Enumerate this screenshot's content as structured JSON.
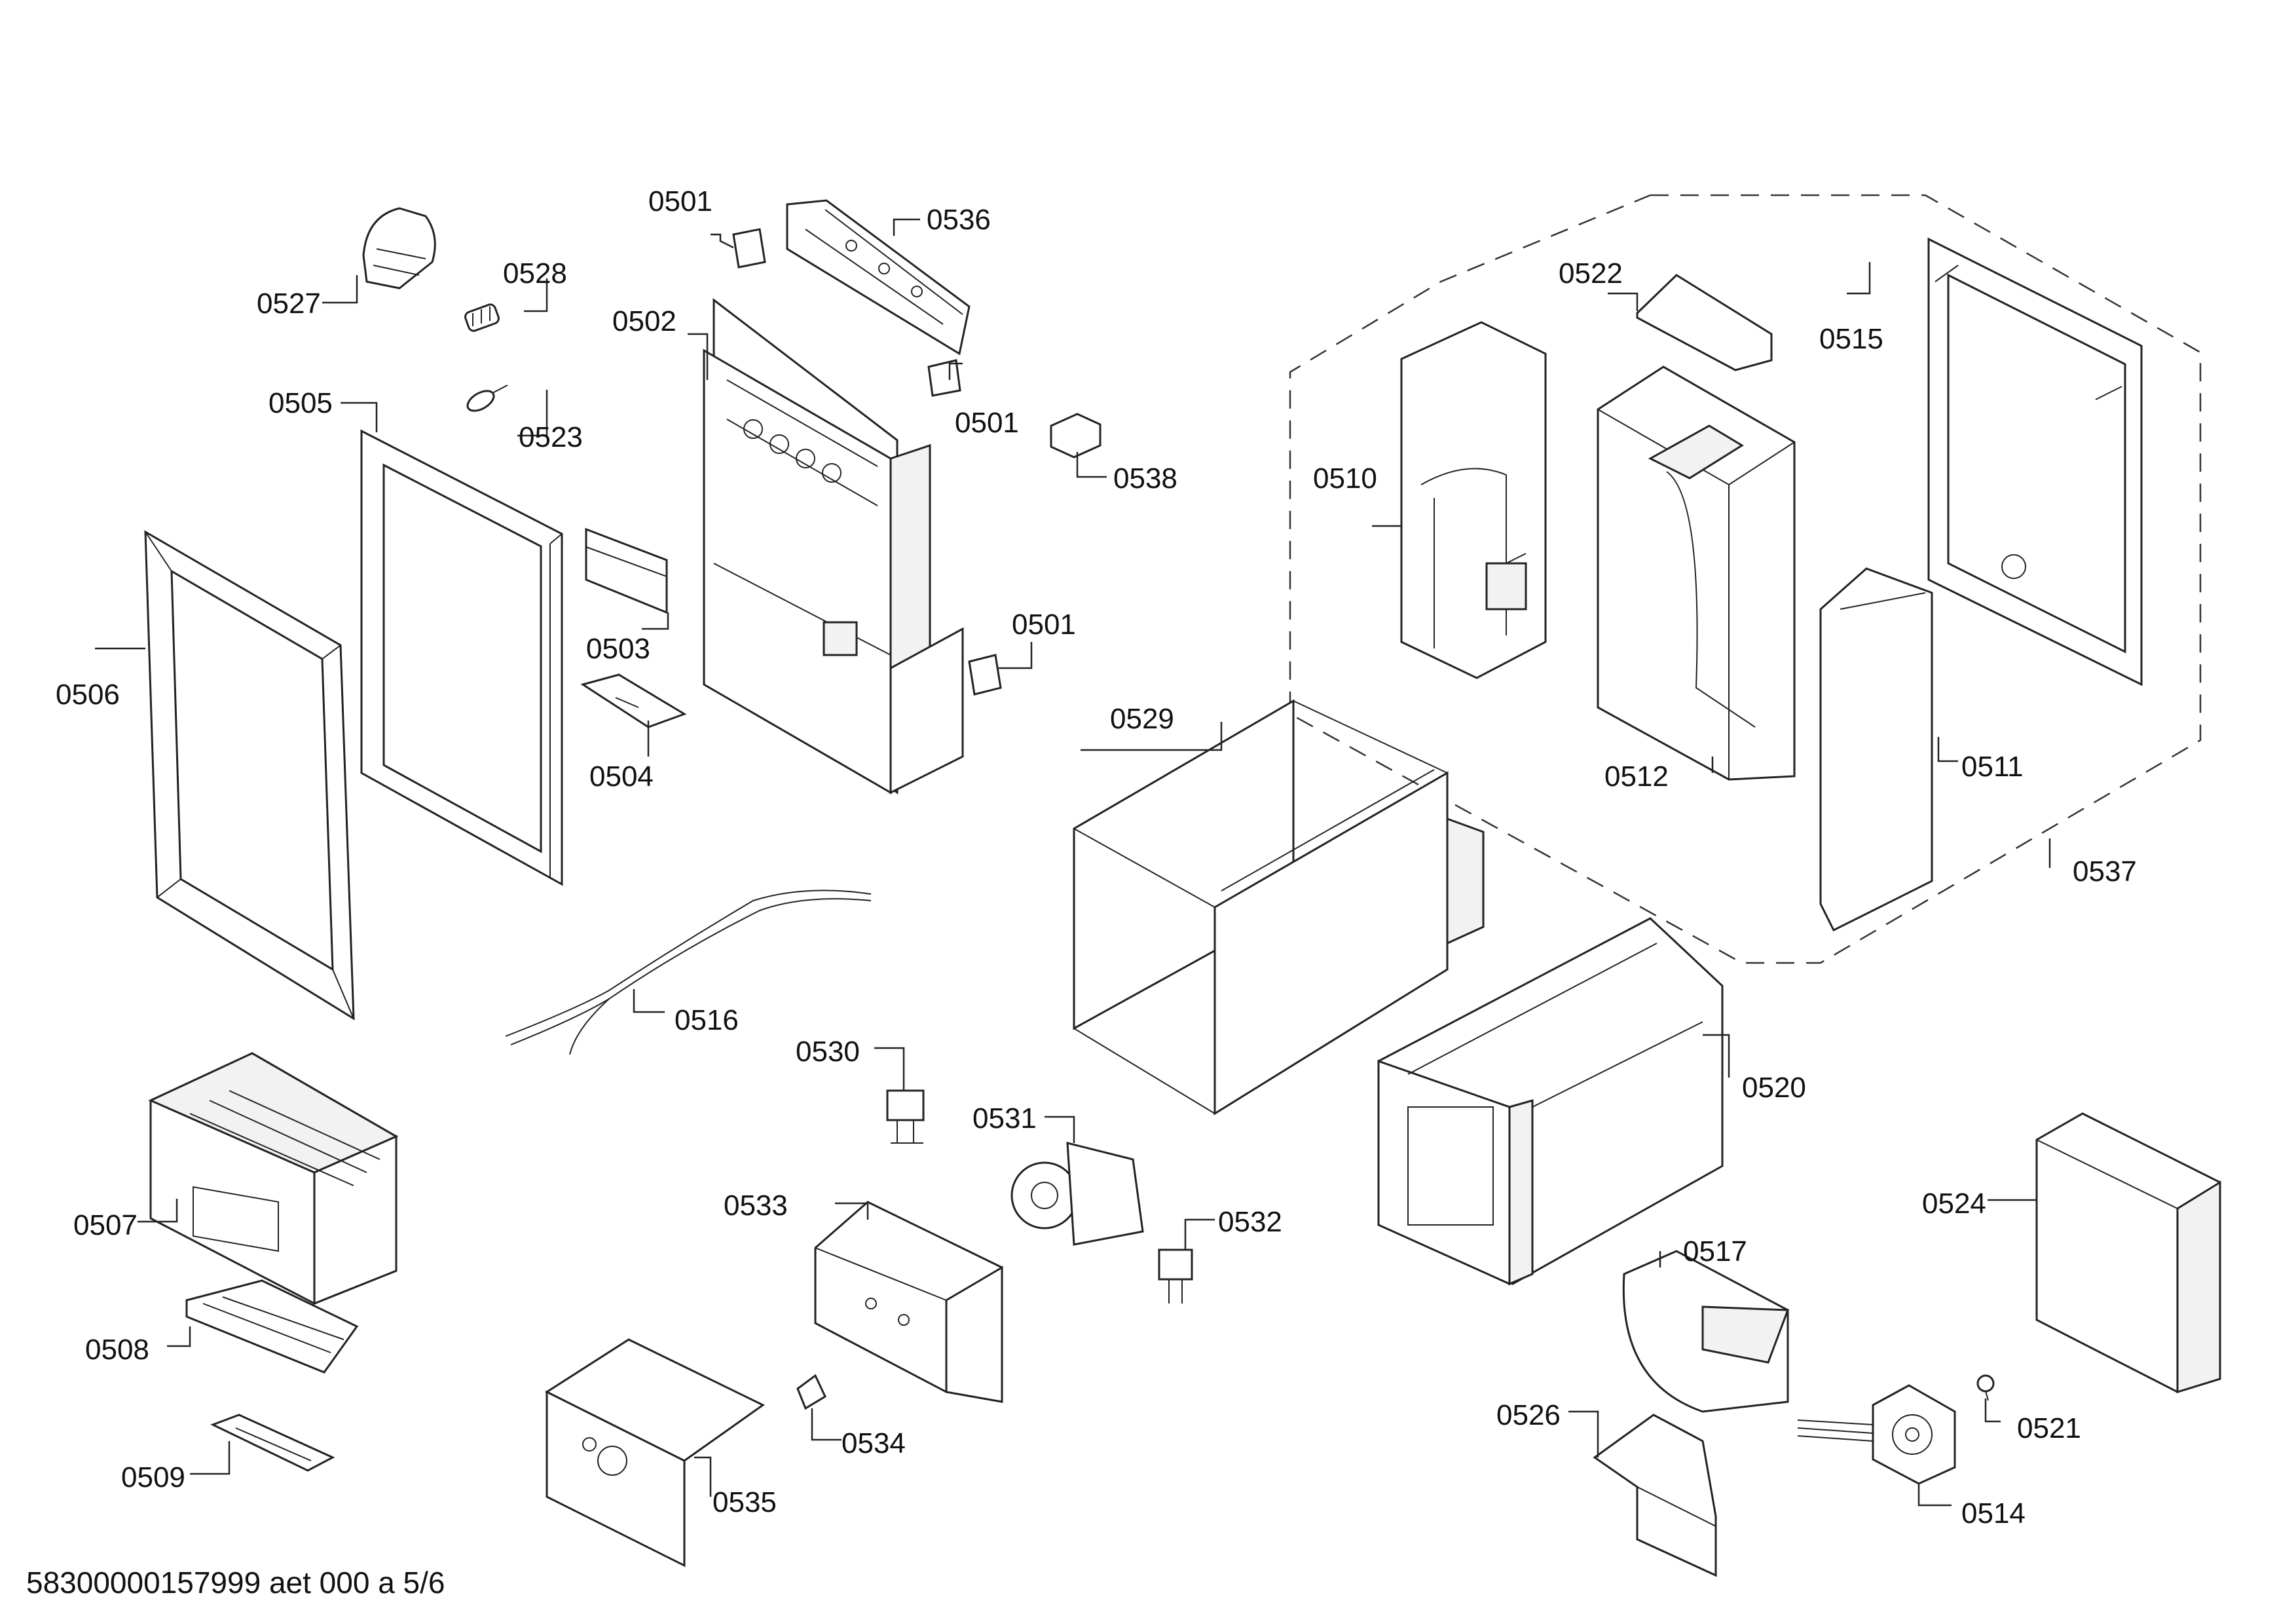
{
  "diagram": {
    "footer_code": "58300000157999 aet 000 a 5/6",
    "callouts": {
      "c0501a": "0501",
      "c0501b": "0501",
      "c0501c": "0501",
      "c0502": "0502",
      "c0503": "0503",
      "c0504": "0504",
      "c0505": "0505",
      "c0506": "0506",
      "c0507": "0507",
      "c0508": "0508",
      "c0509": "0509",
      "c0510": "0510",
      "c0511": "0511",
      "c0512": "0512",
      "c0514": "0514",
      "c0515": "0515",
      "c0516": "0516",
      "c0517": "0517",
      "c0520": "0520",
      "c0521": "0521",
      "c0522": "0522",
      "c0523": "0523",
      "c0524": "0524",
      "c0526": "0526",
      "c0527": "0527",
      "c0528": "0528",
      "c0529": "0529",
      "c0530": "0530",
      "c0531": "0531",
      "c0532": "0532",
      "c0533": "0533",
      "c0534": "0534",
      "c0535": "0535",
      "c0536": "0536",
      "c0537": "0537",
      "c0538": "0538"
    }
  }
}
